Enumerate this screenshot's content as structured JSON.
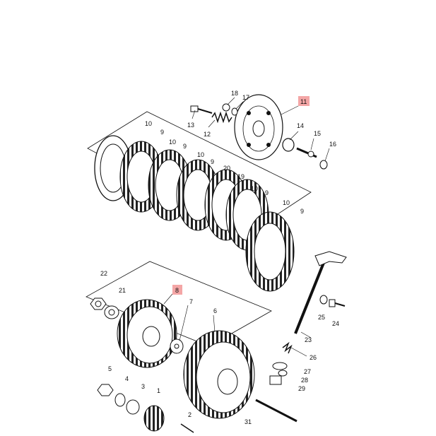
{
  "callouts": {
    "c1": "1",
    "c2": "2",
    "c3": "3",
    "c4": "4",
    "c5": "5",
    "c6": "6",
    "c7": "7",
    "c8": "8",
    "c9a": "9",
    "c9b": "9",
    "c9c": "9",
    "c9d": "9",
    "c9e": "9",
    "c10a": "10",
    "c10b": "10",
    "c10c": "10",
    "c10d": "10",
    "c11": "11",
    "c12": "12",
    "c13": "13",
    "c14": "14",
    "c15": "15",
    "c16": "16",
    "c17": "17",
    "c18": "18",
    "c19": "19",
    "c20": "20",
    "c21": "21",
    "c22": "22",
    "c23": "23",
    "c24": "24",
    "c25": "25",
    "c26": "26",
    "c27": "27",
    "c28": "28",
    "c29": "29",
    "c31": "31"
  },
  "highlight_color": "#f4a6a6",
  "line_color": "#111111"
}
